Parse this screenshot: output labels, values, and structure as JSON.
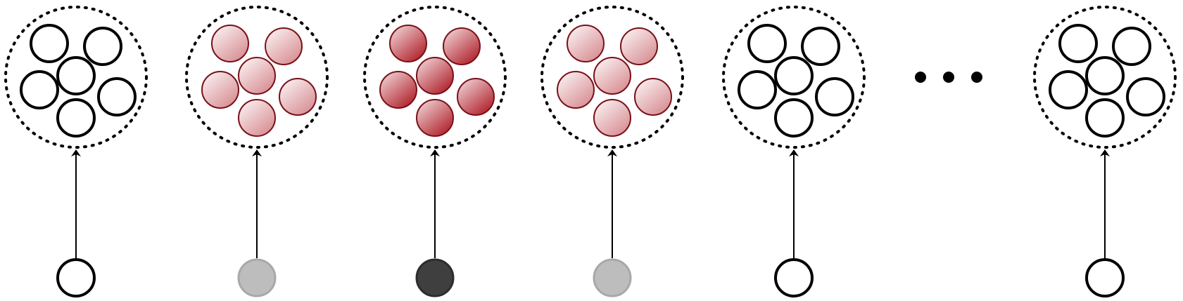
{
  "diagram": {
    "description_free": true,
    "columns": [
      {
        "id": "col-1",
        "input_fill": "#ffffff",
        "input_stroke": "#000000",
        "cluster_style": "hollow",
        "cluster_intensity": 0.0
      },
      {
        "id": "col-2",
        "input_fill": "#bdbdbd",
        "input_stroke": "#a8a8a8",
        "cluster_style": "shaded",
        "cluster_intensity": 0.35
      },
      {
        "id": "col-3",
        "input_fill": "#3f3f3f",
        "input_stroke": "#2c2c2c",
        "cluster_style": "shaded",
        "cluster_intensity": 1.0
      },
      {
        "id": "col-4",
        "input_fill": "#bdbdbd",
        "input_stroke": "#a8a8a8",
        "cluster_style": "shaded",
        "cluster_intensity": 0.35
      },
      {
        "id": "col-5",
        "input_fill": "#ffffff",
        "input_stroke": "#000000",
        "cluster_style": "hollow",
        "cluster_intensity": 0.0
      },
      {
        "id": "col-6",
        "input_fill": "#ffffff",
        "input_stroke": "#000000",
        "cluster_style": "hollow",
        "cluster_intensity": 0.0
      }
    ],
    "ellipsis_dots": 3,
    "colors": {
      "ink": "#000000",
      "shade_dark": "#b0202a",
      "shade_light": "#ffffff",
      "shade_stroke": "#7a1018"
    }
  }
}
